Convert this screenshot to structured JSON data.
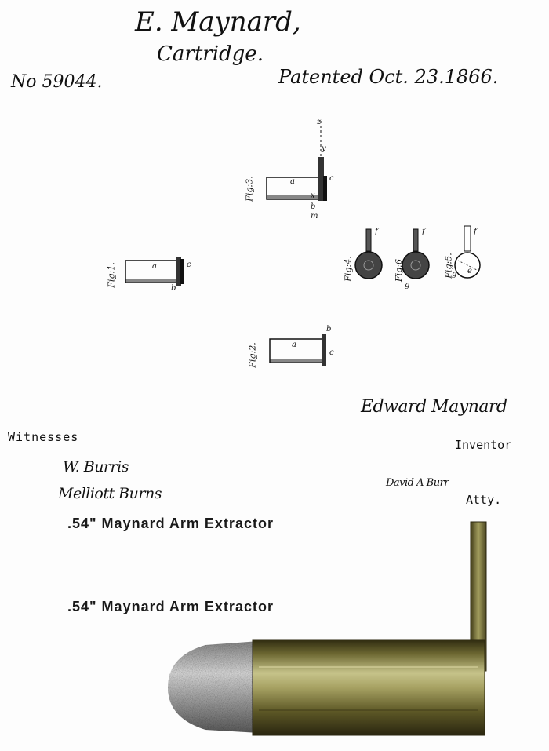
{
  "header": {
    "inventor_name": "E. Maynard,",
    "title": "Cartridge.",
    "patent_number": "No 59044.",
    "patent_date": "Patented Oct. 23.1866."
  },
  "figures": {
    "fig1": {
      "label": "Fig:1.",
      "letters": [
        "a",
        "b",
        "c"
      ]
    },
    "fig2": {
      "label": "Fig:2.",
      "letters": [
        "a",
        "b",
        "c"
      ]
    },
    "fig3": {
      "label": "Fig:3.",
      "letters": [
        "a",
        "z",
        "y",
        "c",
        "m",
        "b",
        "x"
      ]
    },
    "fig4": {
      "label": "Fig:4.",
      "letters": [
        "f"
      ]
    },
    "fig5": {
      "label": "Fig:5.",
      "letters": [
        "f",
        "g",
        "e"
      ]
    },
    "fig6": {
      "label": "Fig:6",
      "letters": [
        "f",
        "g"
      ]
    }
  },
  "signatures": {
    "inventor_signature": "Edward Maynard",
    "inventor_label": "Inventor",
    "witnesses_label": "Witnesses",
    "witness_1": "W. Burris",
    "witness_2": "Melliott Burns",
    "attorney_signature": "David A Burr",
    "attorney_label": "Atty."
  },
  "captions": {
    "caption_1": ".54\" Maynard Arm Extractor",
    "caption_2": ".54\" Maynard Arm Extractor"
  },
  "colors": {
    "ink": "#111111",
    "brass_dark": "#3f3a16",
    "brass_mid": "#8a8444",
    "brass_light": "#c6c38a",
    "lead_dark": "#6a6a6a",
    "lead_light": "#d8d8d8"
  }
}
